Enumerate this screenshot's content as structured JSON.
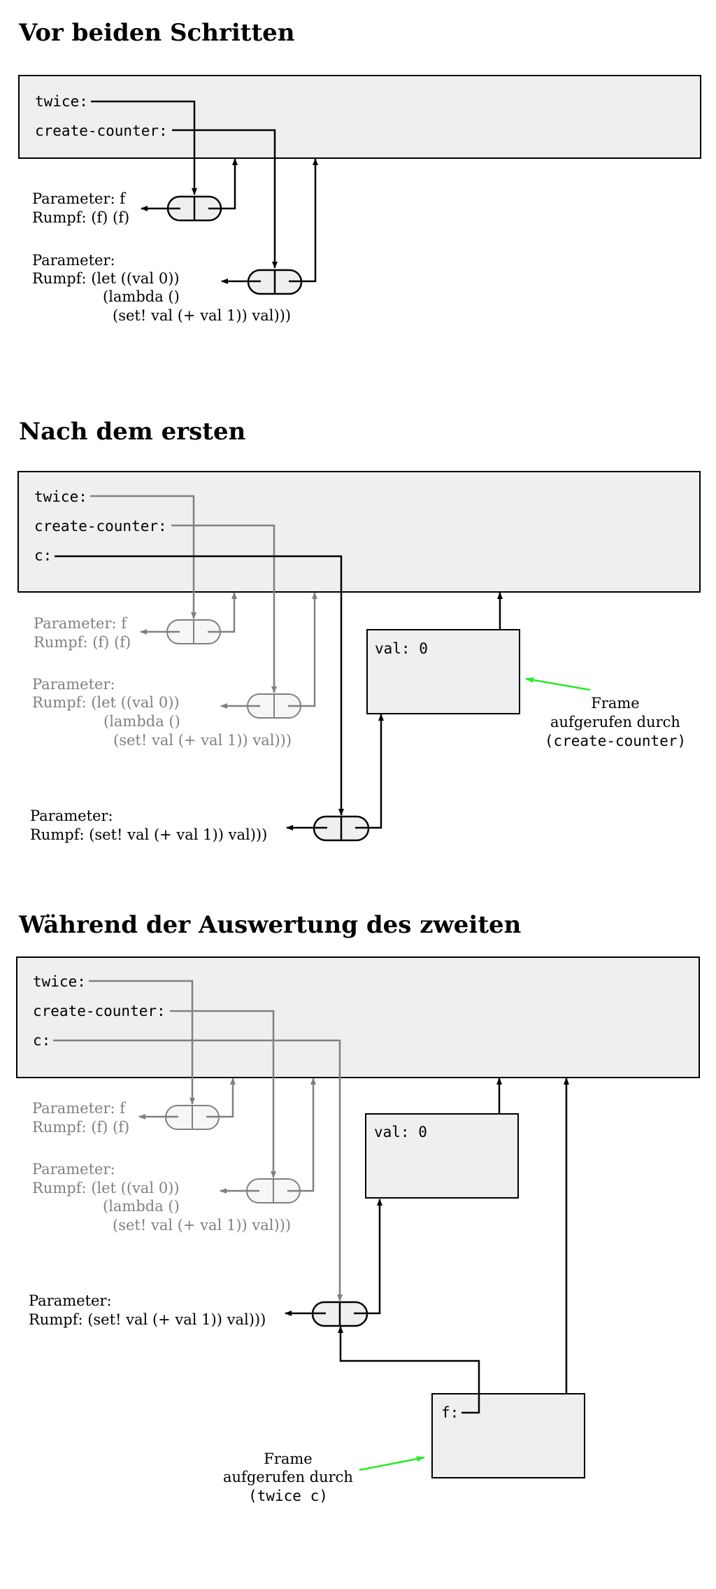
{
  "sections": [
    {
      "heading": "Vor beiden Schritten",
      "bindings": {
        "twice": "twice:",
        "create_counter": "create-counter:"
      },
      "proc_twice": {
        "param": "Parameter: f",
        "body": "Rumpf: (f) (f)"
      },
      "proc_create_counter": {
        "param": "Parameter:",
        "body1": "Rumpf: (let ((val 0))",
        "body2": "(lambda ()",
        "body3": "(set! val (+ val 1)) val)))"
      }
    },
    {
      "heading": "Nach dem ersten",
      "bindings": {
        "twice": "twice:",
        "create_counter": "create-counter:",
        "c": "c:"
      },
      "proc_twice": {
        "param": "Parameter: f",
        "body": "Rumpf: (f) (f)"
      },
      "proc_create_counter": {
        "param": "Parameter:",
        "body1": "Rumpf: (let ((val 0))",
        "body2": "(lambda ()",
        "body3": "(set! val (+ val 1)) val)))"
      },
      "val_frame": "val: 0",
      "proc_c": {
        "param": "Parameter:",
        "body": "Rumpf: (set! val (+ val 1)) val)))"
      },
      "note": {
        "line1": "Frame",
        "line2": "aufgerufen durch",
        "line3": "(create-counter)"
      }
    },
    {
      "heading": "Während der Auswertung des zweiten",
      "bindings": {
        "twice": "twice:",
        "create_counter": "create-counter:",
        "c": "c:"
      },
      "proc_twice": {
        "param": "Parameter: f",
        "body": "Rumpf: (f) (f)"
      },
      "proc_create_counter": {
        "param": "Parameter:",
        "body1": "Rumpf: (let ((val 0))",
        "body2": "(lambda ()",
        "body3": "(set! val (+ val 1)) val)))"
      },
      "val_frame": "val: 0",
      "proc_c": {
        "param": "Parameter:",
        "body": "Rumpf: (set! val (+ val 1)) val)))"
      },
      "f_frame": "f:",
      "note": {
        "line1": "Frame",
        "line2": "aufgerufen durch",
        "line3": "(twice c)"
      }
    }
  ],
  "colors": {
    "frame_fill": "#efefef",
    "active": "#000000",
    "inactive": "#808080",
    "annotation_arrow": "#22ee22"
  }
}
